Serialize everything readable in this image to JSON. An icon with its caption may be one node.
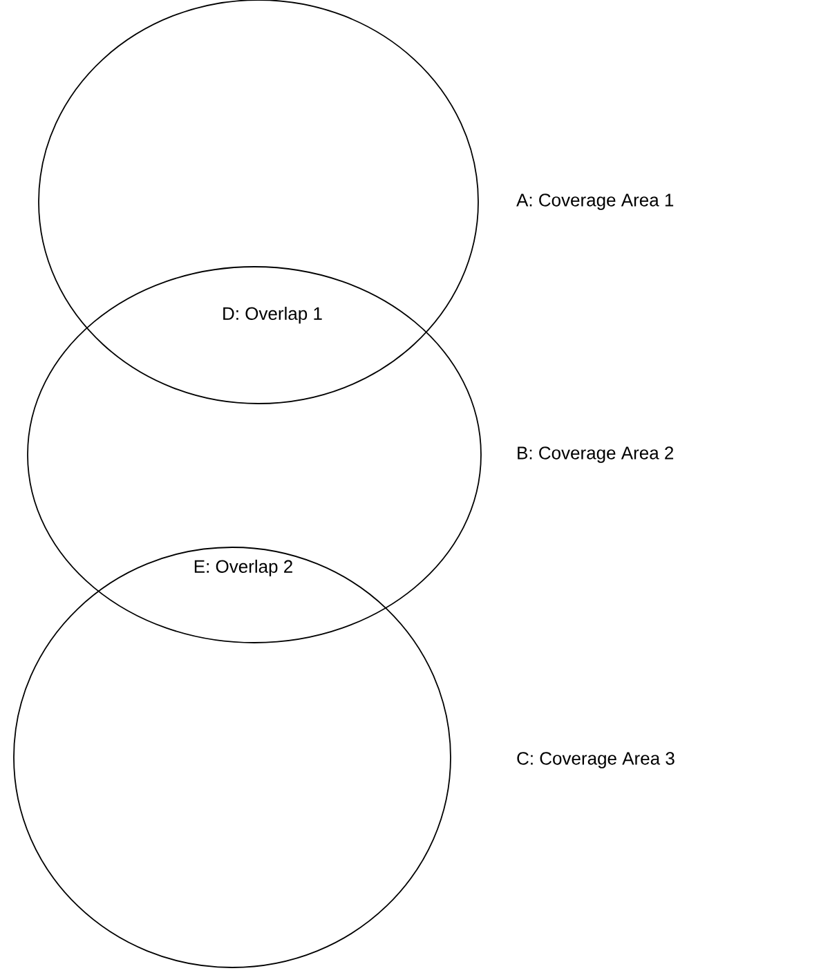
{
  "diagram": {
    "nodes": [
      {
        "text": [],
        "shape": "circle",
        "beside": [
          "A: Coverage Area 1"
        ]
      },
      {
        "text": [],
        "shape": "circle",
        "beside": [
          "B: Coverage Area 2"
        ]
      },
      {
        "text": [],
        "shape": "circle",
        "beside": [
          "C: Coverage Area 3"
        ]
      }
    ],
    "labels": [
      "D: Overlap 1",
      "E: Overlap 2"
    ]
  }
}
